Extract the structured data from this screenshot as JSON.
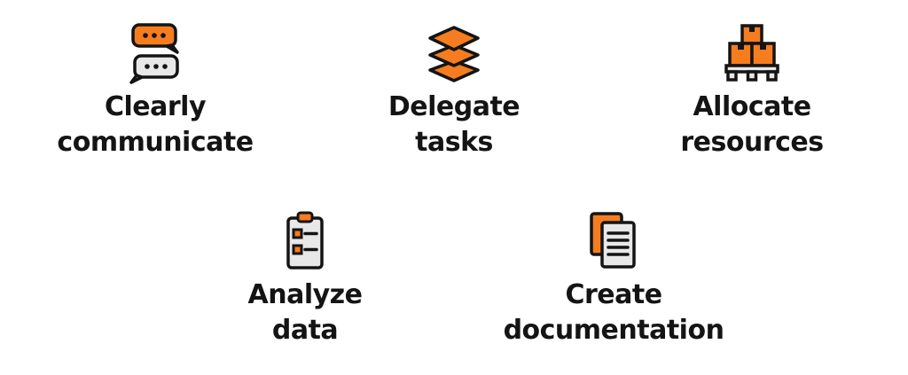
{
  "items": [
    {
      "icon": "chat-bubbles-icon",
      "line1": "Clearly",
      "line2": "communicate"
    },
    {
      "icon": "layers-icon",
      "line1": "Delegate",
      "line2": "tasks"
    },
    {
      "icon": "boxes-pallet-icon",
      "line1": "Allocate",
      "line2": "resources"
    },
    {
      "icon": "clipboard-checklist-icon",
      "line1": "Analyze",
      "line2": "data"
    },
    {
      "icon": "documents-icon",
      "line1": "Create",
      "line2": "documentation"
    }
  ],
  "colors": {
    "accent": "#F57C1F",
    "ink": "#141414",
    "light": "#E8E8E8"
  }
}
